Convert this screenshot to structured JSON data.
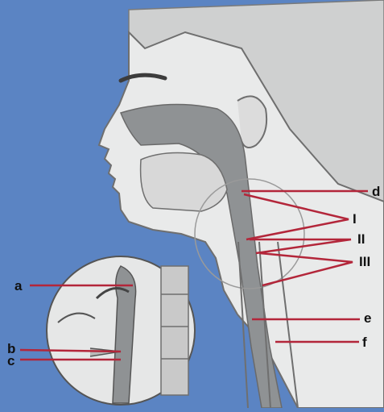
{
  "colors": {
    "background": "#5b84c3",
    "pointer": "#b3263a",
    "skin": "#e9eaea",
    "outline": "#6f6f6f",
    "cavity": "#8f9294",
    "hair": "#cfd0d0"
  },
  "labels": {
    "a": "a",
    "b": "b",
    "c": "c",
    "d": "d",
    "e": "e",
    "f": "f",
    "I": "I",
    "II": "II",
    "III": "III"
  }
}
